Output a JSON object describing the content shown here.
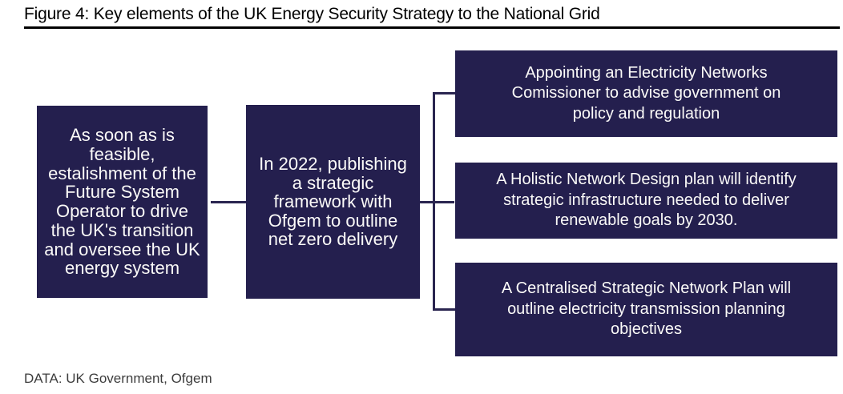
{
  "figure": {
    "title": "Figure 4: Key elements of the UK Energy Security Strategy to the National Grid",
    "caption": "DATA: UK Government, Ofgem"
  },
  "colors": {
    "box-bg": "#241f4e",
    "box-text": "#fbfaf8",
    "connector": "#2a2550",
    "title-text": "#000000",
    "rule": "#000000",
    "caption-text": "#3d3d3d",
    "background": "#ffffff"
  },
  "flowchart": {
    "left_box": {
      "lines": [
        "As soon as is",
        "feasible,",
        "estalishment of the",
        "Future System",
        "Operator to drive",
        "the UK's transition",
        "and oversee the UK",
        "energy system"
      ]
    },
    "middle_box": {
      "lines": [
        "In 2022, publishing",
        "a strategic",
        "framework with",
        "Ofgem to outline",
        "net zero delivery"
      ]
    },
    "right_boxes": [
      {
        "lines": [
          "Appointing an Electricity Networks",
          "Comissioner to advise government on",
          "policy and regulation"
        ]
      },
      {
        "lines": [
          "A Holistic Network Design plan will identify",
          "strategic infrastructure needed to deliver",
          "renewable goals by 2030."
        ]
      },
      {
        "lines": [
          "A Centralised Strategic Network Plan will",
          "outline electricity transmission planning",
          "objectives"
        ]
      }
    ]
  }
}
